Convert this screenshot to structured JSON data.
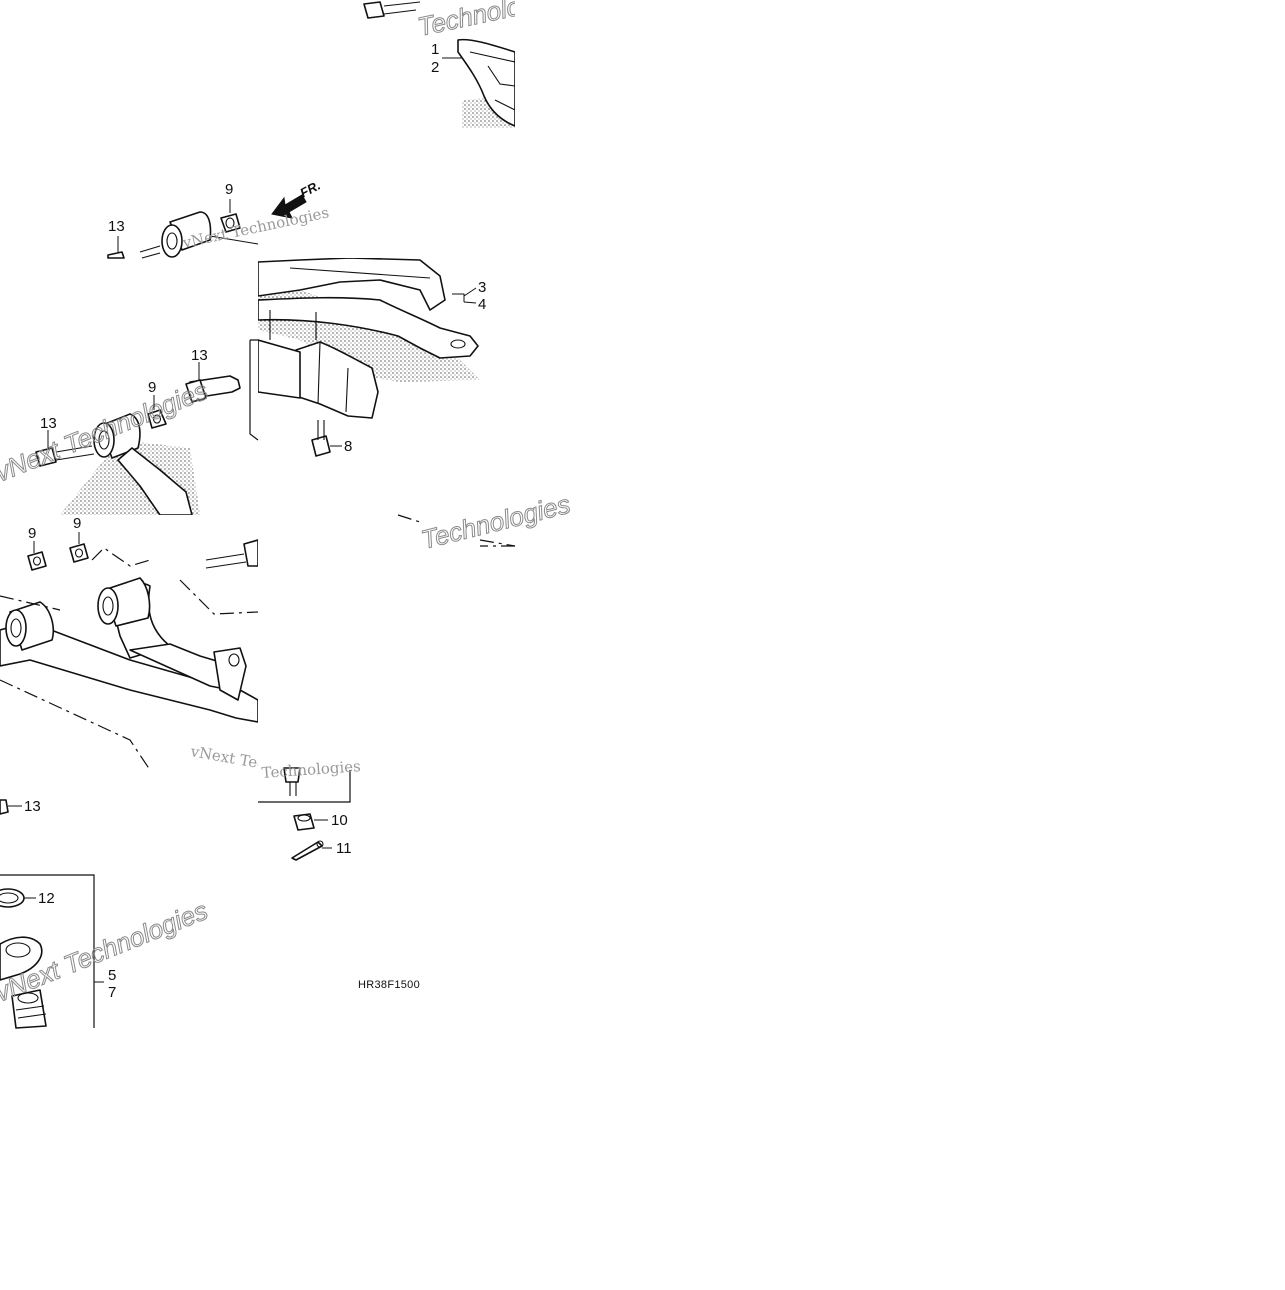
{
  "diagram": {
    "code": "HR38F1500",
    "direction_label": "FR.",
    "watermark_primary": "Technologies",
    "watermark_secondary": "vNext Technologies",
    "callouts": {
      "c1": "1",
      "c2": "2",
      "c3": "3",
      "c4": "4",
      "c5": "5",
      "c7": "7",
      "c8": "8",
      "c9a": "9",
      "c9b": "9",
      "c9c": "9",
      "c9d": "9",
      "c10": "10",
      "c11": "11",
      "c12": "12",
      "c13a": "13",
      "c13b": "13",
      "c13c": "13",
      "c13d": "13"
    }
  }
}
